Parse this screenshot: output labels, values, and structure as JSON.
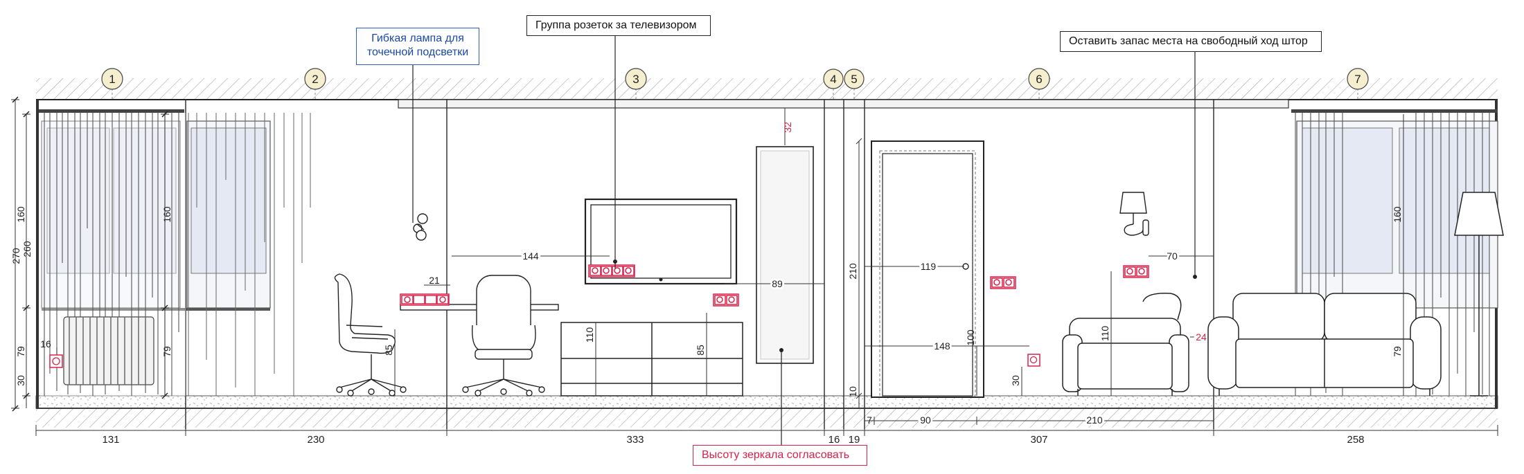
{
  "colors": {
    "line": "#222222",
    "accent_red": "#d6224a",
    "accent_blue": "#2a5fc2",
    "hatch": "#9a9a9a"
  },
  "axes": [
    "1",
    "2",
    "3",
    "4",
    "5",
    "6",
    "7"
  ],
  "bottom_dimensions": [
    "131",
    "230",
    "333",
    "16",
    "19",
    "258"
  ],
  "door_dimensions": [
    "7",
    "90",
    "210",
    "307"
  ],
  "height_dimensions": [
    "270",
    "260",
    "160",
    "79",
    "30",
    "16",
    "160",
    "79",
    "210",
    "10",
    "160",
    "79"
  ],
  "furniture_dimensions": [
    "21",
    "144",
    "89",
    "85",
    "110",
    "85",
    "119",
    "148",
    "100",
    "30",
    "70",
    "110"
  ],
  "red_dimensions": [
    "32",
    "24"
  ],
  "callouts": {
    "lamp": "Гибкая лампа для точечной подсветки",
    "lamp_line1": "Гибкая лампа для",
    "lamp_line2": "точечной подсветки",
    "sockets": "Группа розеток за телевизором",
    "curtains": "Оставить запас места на свободный ход штор",
    "mirror": "Высоту зеркала согласовать"
  }
}
